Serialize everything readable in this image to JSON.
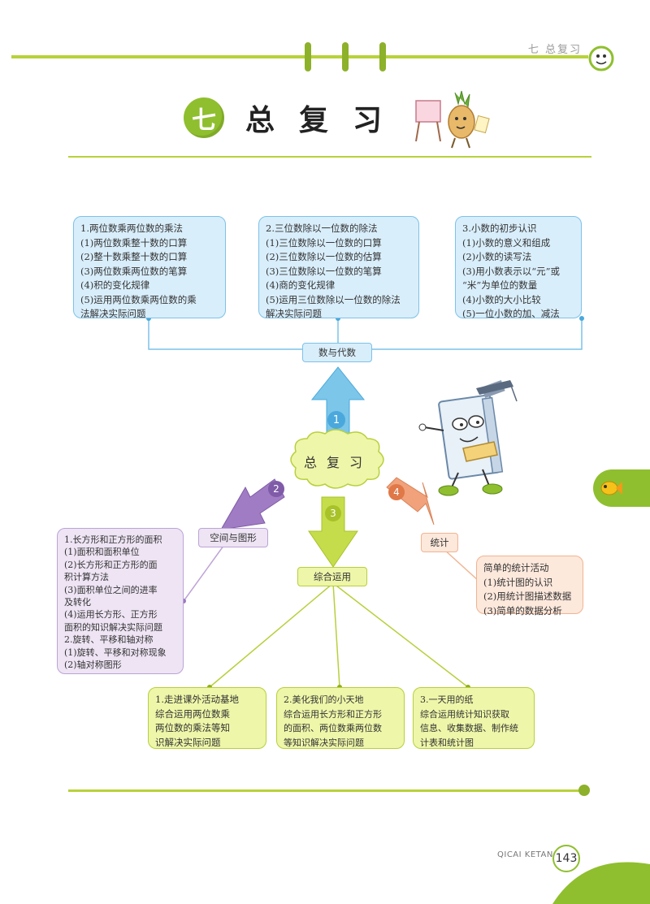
{
  "header": {
    "section_label": "七 总复习"
  },
  "title": {
    "badge": "七",
    "text": "总复习"
  },
  "center": {
    "label": "总复习"
  },
  "branches": [
    {
      "number": "1",
      "tag": "数与代数",
      "color": "#7cc6ea"
    },
    {
      "number": "2",
      "tag": "空间与图形",
      "color": "#a07cc4"
    },
    {
      "number": "3",
      "tag": "综合运用",
      "color": "#b8d640"
    },
    {
      "number": "4",
      "tag": "统计",
      "color": "#f1a27a"
    }
  ],
  "number_algebra": {
    "boxes": [
      {
        "lines": [
          "1.两位数乘两位数的乘法",
          "(1)两位数乘整十数的口算",
          "(2)整十数乘整十数的口算",
          "(3)两位数乘两位数的笔算",
          "(4)积的变化规律",
          "(5)运用两位数乘两位数的乘",
          "法解决实际问题"
        ]
      },
      {
        "lines": [
          "2.三位数除以一位数的除法",
          "(1)三位数除以一位数的口算",
          "(2)三位数除以一位数的估算",
          "(3)三位数除以一位数的笔算",
          "(4)商的变化规律",
          "(5)运用三位数除以一位数的除法",
          "解决实际问题"
        ]
      },
      {
        "lines": [
          "3.小数的初步认识",
          "(1)小数的意义和组成",
          "(2)小数的读写法",
          "(3)用小数表示以“元”或",
          "“米”为单位的数量",
          "(4)小数的大小比较",
          "(5)一位小数的加、减法"
        ]
      }
    ]
  },
  "space_shape": {
    "lines": [
      "1.长方形和正方形的面积",
      "(1)面积和面积单位",
      "(2)长方形和正方形的面",
      "积计算方法",
      "(3)面积单位之间的进率",
      "及转化",
      "(4)运用长方形、正方形",
      "面积的知识解决实际问题",
      "2.旋转、平移和轴对称",
      "(1)旋转、平移和对称现象",
      "(2)轴对称图形"
    ]
  },
  "comprehensive": {
    "boxes": [
      {
        "lines": [
          "1.走进课外活动基地",
          "综合运用两位数乘",
          "两位数的乘法等知",
          "识解决实际问题"
        ]
      },
      {
        "lines": [
          "2.美化我们的小天地",
          "综合运用长方形和正方形",
          "的面积、两位数乘两位数",
          "等知识解决实际问题"
        ]
      },
      {
        "lines": [
          "3.一天用的纸",
          "综合运用统计知识获取",
          "信息、收集数据、制作统",
          "计表和统计图"
        ]
      }
    ]
  },
  "statistics": {
    "lines": [
      "简单的统计活动",
      "(1)统计图的认识",
      "(2)用统计图描述数据",
      "(3)简单的数据分析"
    ]
  },
  "footer": {
    "brand": "QICAI KETANG",
    "page_number": "143"
  },
  "colors": {
    "accent_green": "#8fbf2e",
    "line_green": "#b7d23a"
  }
}
